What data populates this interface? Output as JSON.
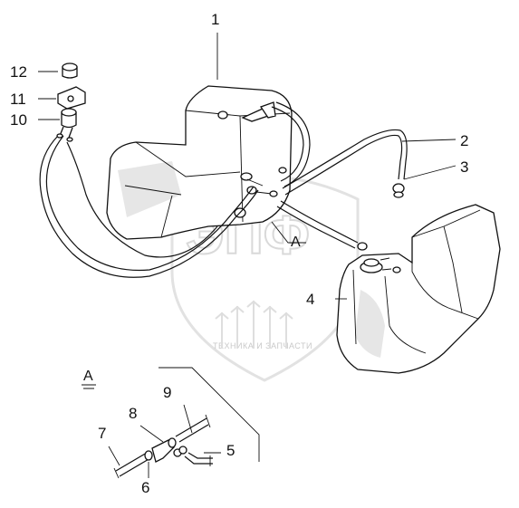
{
  "watermark": {
    "text": "ТЕХНИКА И ЗАПЧАСТИ",
    "letters": "ЭПФ"
  },
  "callouts": [
    {
      "id": "1",
      "label": "1"
    },
    {
      "id": "2",
      "label": "2"
    },
    {
      "id": "3",
      "label": "3"
    },
    {
      "id": "4",
      "label": "4"
    },
    {
      "id": "5",
      "label": "5"
    },
    {
      "id": "6",
      "label": "6"
    },
    {
      "id": "7",
      "label": "7"
    },
    {
      "id": "8",
      "label": "8"
    },
    {
      "id": "9",
      "label": "9"
    },
    {
      "id": "10",
      "label": "10"
    },
    {
      "id": "11",
      "label": "11"
    },
    {
      "id": "12",
      "label": "12"
    }
  ],
  "section_ref": "A",
  "detail_title": "A"
}
